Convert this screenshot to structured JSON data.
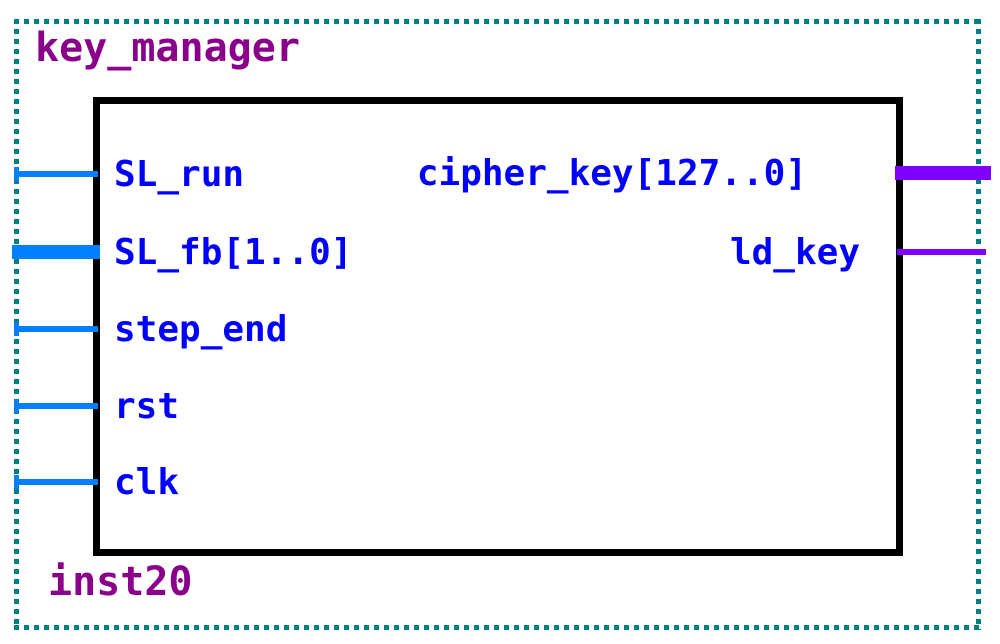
{
  "schematic": {
    "title": "key_manager",
    "instance": "inst20",
    "inputs": [
      {
        "name": "SL_run",
        "bus": false
      },
      {
        "name": "SL_fb[1..0]",
        "bus": true
      },
      {
        "name": "step_end",
        "bus": false
      },
      {
        "name": "rst",
        "bus": false
      },
      {
        "name": "clk",
        "bus": false
      }
    ],
    "outputs": [
      {
        "name": "cipher_key[127..0]",
        "bus": true
      },
      {
        "name": "ld_key",
        "bus": false
      }
    ],
    "colors": {
      "selection_frame": "#008080",
      "block_border": "#000000",
      "input_net": "#0080FF",
      "output_net": "#7F00FF",
      "port_text": "#0000FF",
      "annotation_text": "#8B008B",
      "background": "#FFFFFF"
    }
  }
}
